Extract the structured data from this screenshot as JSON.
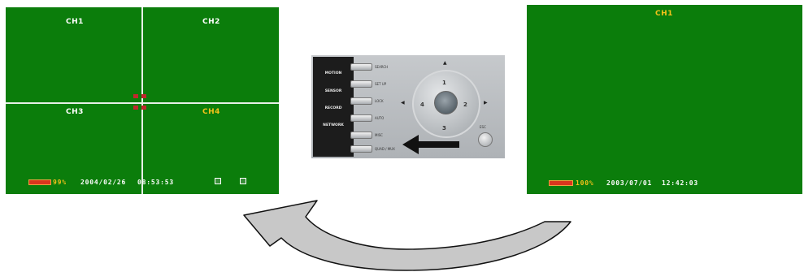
{
  "quad_view": {
    "channels": [
      "CH1",
      "CH2",
      "CH3",
      "CH4"
    ],
    "battery_percent": "99%",
    "date": "2004/02/26",
    "time": "08:53:53"
  },
  "single_view": {
    "channel": "CH1",
    "battery_percent": "100%",
    "date": "2003/07/01",
    "time": "12:42:03"
  },
  "control_panel": {
    "mode_labels": [
      "MOTION",
      "SENSOR",
      "RECORD",
      "NETWORK"
    ],
    "key_labels": [
      "SEARCH",
      "SET UP",
      "LOCK",
      "AUTO",
      "MISC",
      "QUAD / MUX"
    ],
    "dial_numbers": [
      "1",
      "2",
      "3",
      "4"
    ],
    "esc_label": "ESC"
  },
  "colors": {
    "screen_green": "#0b7d0b",
    "active_channel": "#f3c21a",
    "arrow_gray": "#c8c8c8"
  }
}
